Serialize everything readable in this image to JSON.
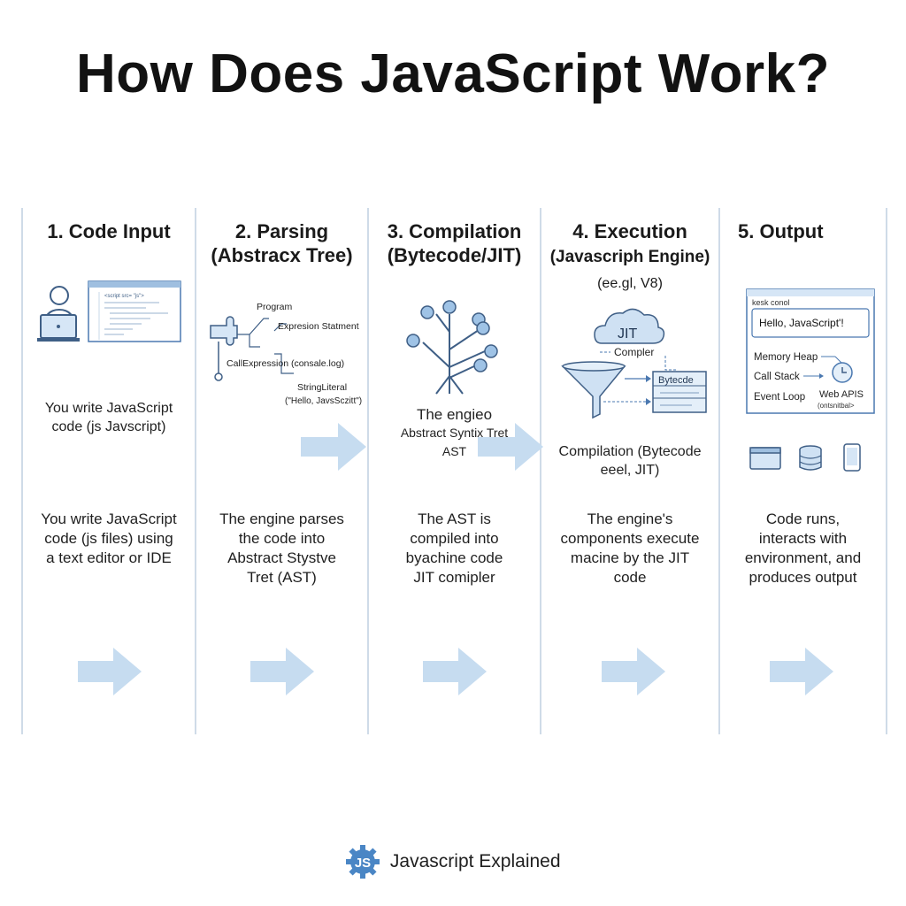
{
  "title": "How Does JavaScript Work?",
  "steps": [
    {
      "heading": "1. Code Input",
      "sub": "",
      "caption_lines": [
        "You write JavaScript",
        "code (js Javscript)"
      ],
      "desc_lines": [
        "You write JavaScript",
        "code (js files) using",
        "a text editor or IDE"
      ],
      "editor_line": "<script src= \"js\">"
    },
    {
      "heading": "2. Parsing",
      "sub": "(Abstracx Tree)",
      "tree": {
        "program": "Program",
        "expression": "Expresion Statment",
        "call": "CallExpression (consale.log)",
        "literal_1": "StringLiteral",
        "literal_2": "(\"Hello, JavsSczitt\")"
      },
      "desc_lines": [
        "The engine parses",
        "the code into",
        "Abstract Stystve",
        "Tret (AST)"
      ]
    },
    {
      "heading": "3. Compilation",
      "sub": "(Bytecode/JIT)",
      "caption_lines": [
        "The engieo",
        "Abstract Syntix Tret",
        "AST"
      ],
      "desc_lines": [
        "The AST is",
        "compiled into",
        "byachine code",
        "JIT comipler"
      ]
    },
    {
      "heading": "4. Execution",
      "sub": "(Javascriph Engine)",
      "sub2": "(ee.gl, V8)",
      "jit": "JIT",
      "compiler": "Compler",
      "bytecode": "Bytecde",
      "caption_lines": [
        "Compilation (Bytecode",
        "eeel, JIT)"
      ],
      "desc_lines": [
        "The engine's",
        "components execute",
        "macine by the JIT",
        "code"
      ]
    },
    {
      "heading": "5. Output",
      "sub": "",
      "window_title": "kesk conol",
      "console_output": "Hello, JavaScript'!",
      "memory": "Memory Heap",
      "callstack": "Call Stack",
      "eventloop": "Event Loop",
      "webapis": "Web APIS",
      "webapis_sub": "(ontsnitbal>",
      "desc_lines": [
        "Code runs,",
        "interacts with",
        "environment, and",
        "produces output"
      ]
    }
  ],
  "footer": {
    "badge": "JS",
    "label": "Javascript Explained"
  },
  "colors": {
    "accent": "#4a78b0",
    "arrow": "#c6dcf0",
    "divider": "#cfdbe8"
  }
}
